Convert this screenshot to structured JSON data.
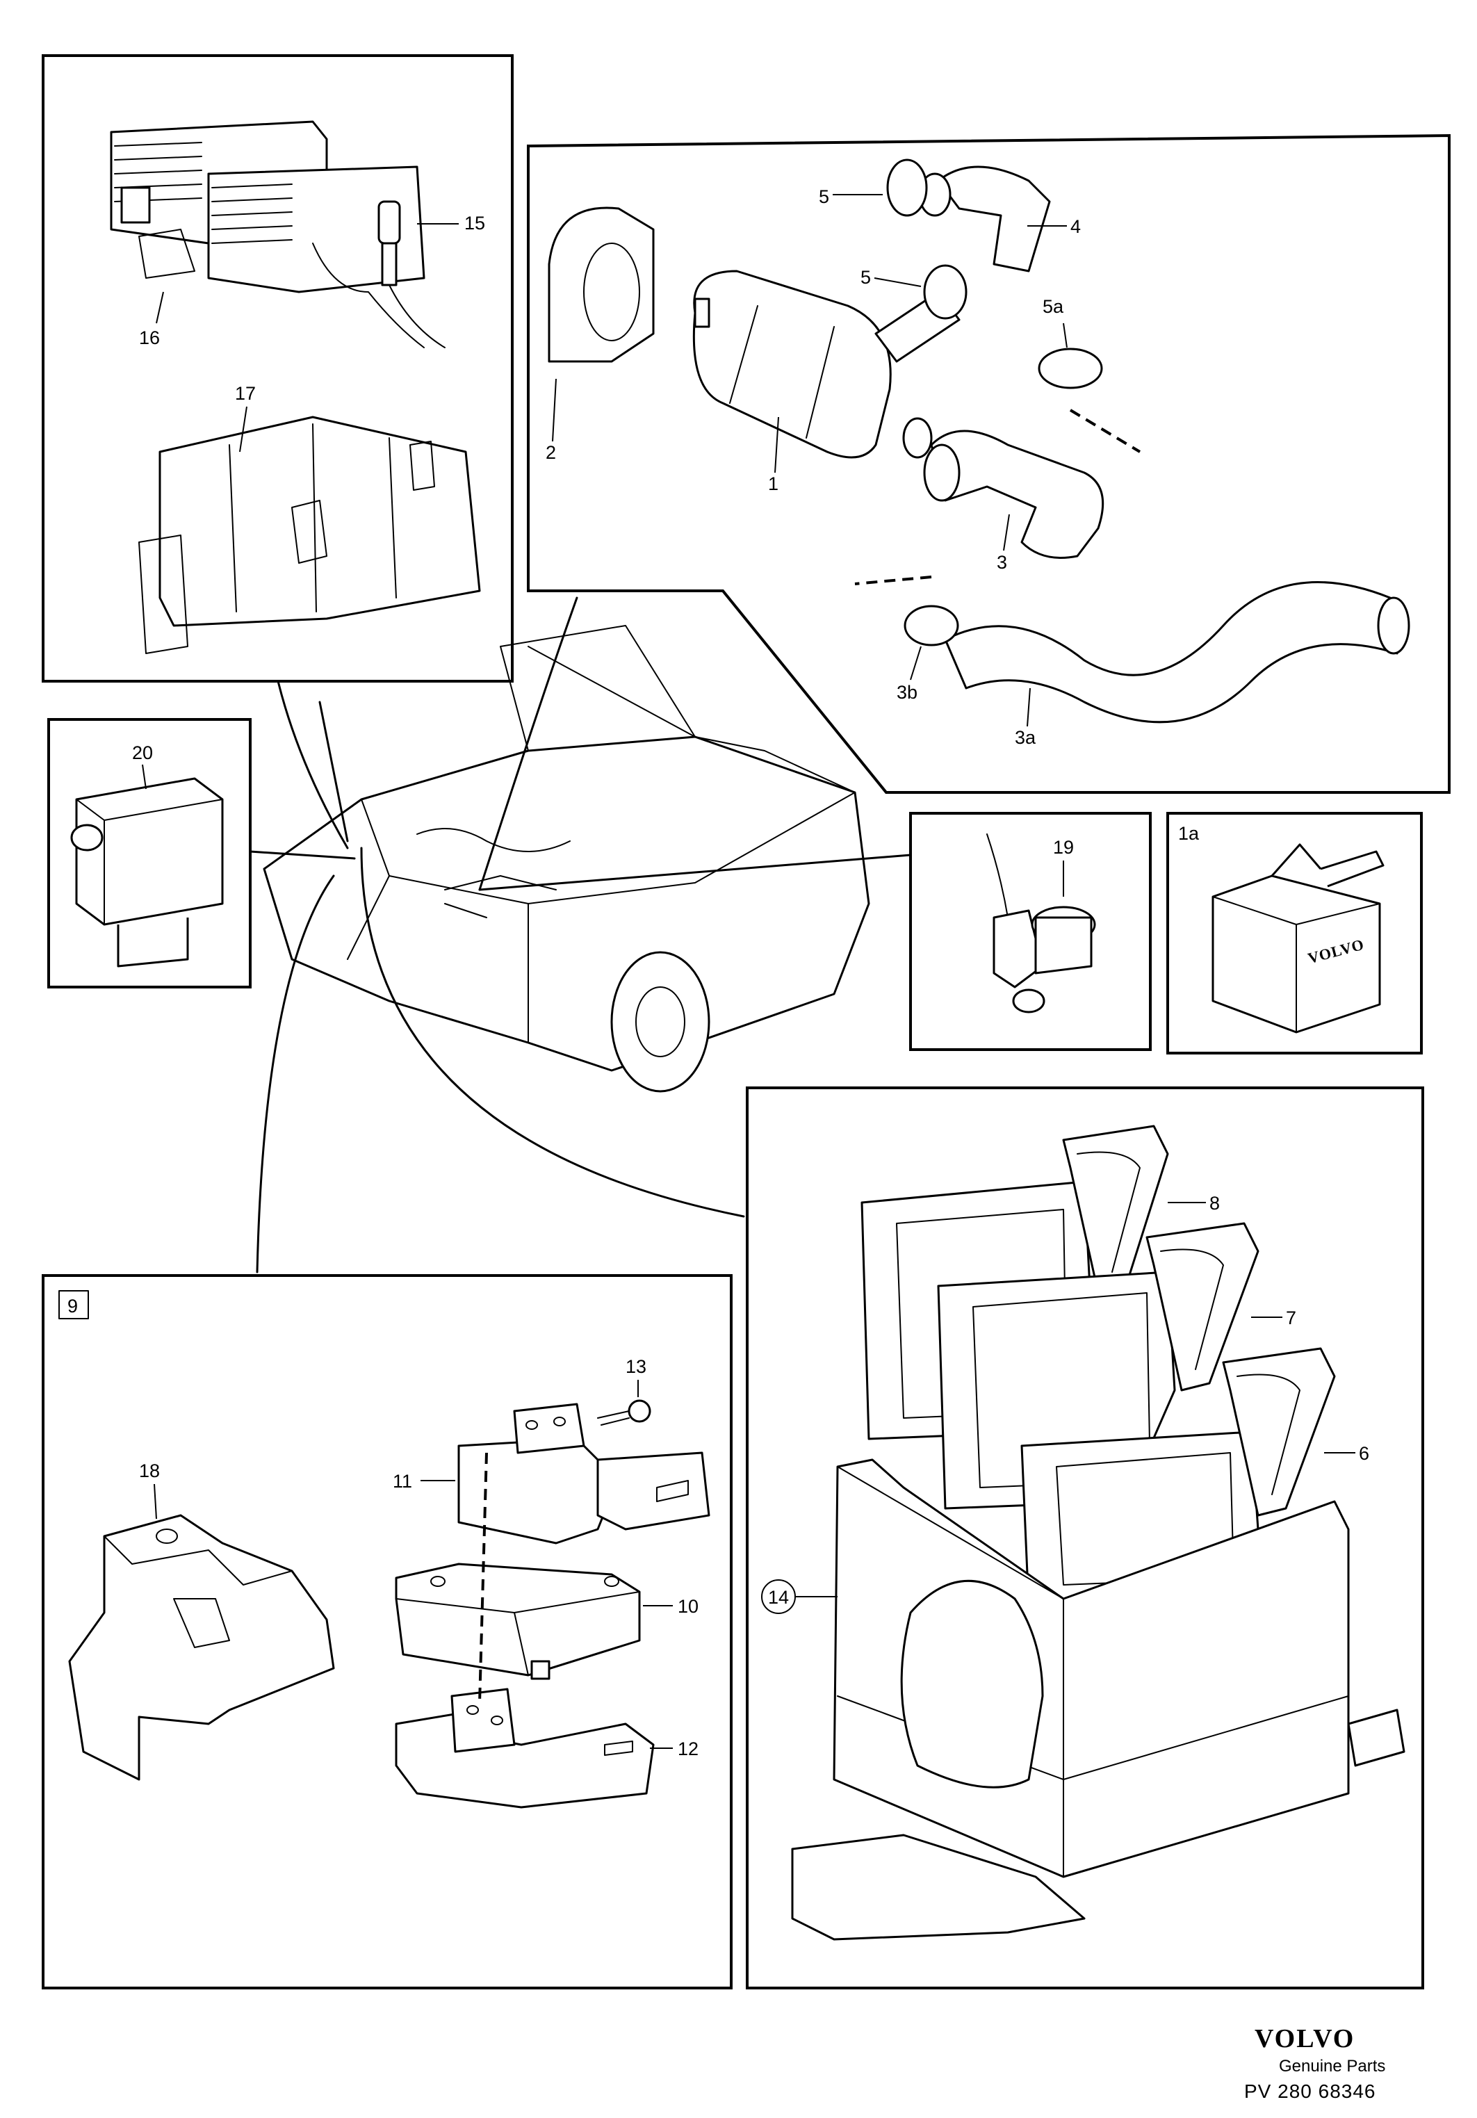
{
  "callouts": {
    "c1": "1",
    "c1a": "1a",
    "c2": "2",
    "c3": "3",
    "c3a": "3a",
    "c3b": "3b",
    "c4": "4",
    "c5_top": "5",
    "c5_mid": "5",
    "c5a": "5a",
    "c6": "6",
    "c7": "7",
    "c8": "8",
    "c9": "9",
    "c10": "10",
    "c11": "11",
    "c12": "12",
    "c13": "13",
    "c14": "14",
    "c15": "15",
    "c16": "16",
    "c17": "17",
    "c18": "18",
    "c19": "19",
    "c20": "20"
  },
  "box_label": "VOLVO",
  "footer": {
    "brand": "VOLVO",
    "subtitle": "Genuine Parts",
    "code": "PV 280 68346"
  }
}
